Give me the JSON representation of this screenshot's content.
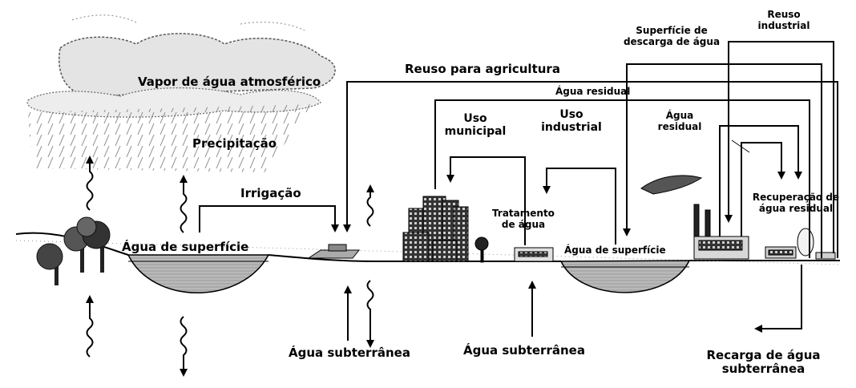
{
  "labels": {
    "vapor": "Vapor de água atmosférico",
    "precipitacao": "Precipitação",
    "irrigacao": "Irrigação",
    "agua_superficie_left": "Água de superfície",
    "reuso_agricultura": "Reuso para agricultura",
    "agua_residual_top": "Água residual",
    "uso_municipal": "Uso\nmunicipal",
    "uso_industrial": "Uso\nindustrial",
    "superficie_descarga": "Superfície de\ndescarga de água",
    "reuso_industrial": "Reuso\nindustrial",
    "agua_residual_right": "Água\nresidual",
    "tratamento_agua": "Tratamento\nde água",
    "agua_superficie_right": "Água de superfície",
    "recuperacao": "Recuperação de\nágua residual",
    "agua_subterranea_1": "Água subterrânea",
    "agua_subterranea_2": "Água subterrânea",
    "recarga": "Recarga de água\nsubterrânea"
  }
}
